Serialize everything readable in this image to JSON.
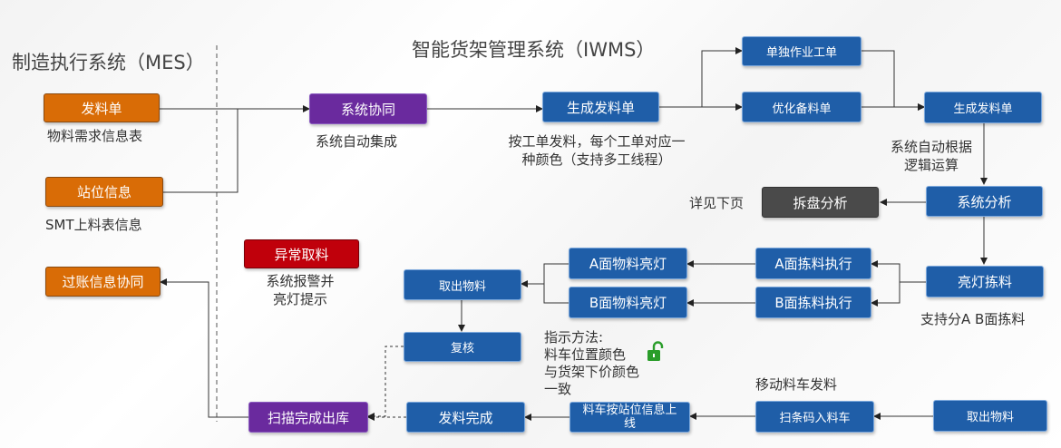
{
  "titles": {
    "mes": "制造执行系统（MES）",
    "iwms": "智能货架管理系统（IWMS）"
  },
  "boxes": {
    "issue_order": "发料单",
    "station_info": "站位信息",
    "posting": "过账信息协同",
    "sys_collab": "系统协同",
    "gen_issue_1": "生成发料单",
    "single_work_order": "单独作业工单",
    "optimize_prep": "优化备料单",
    "gen_issue_2": "生成发料单",
    "unpack_analysis": "拆盘分析",
    "sys_analysis": "系统分析",
    "exception_pick": "异常取料",
    "a_light": "A面物料亮灯",
    "a_pick_exec": "A面拣料执行",
    "b_light": "B面物料亮灯",
    "b_pick_exec": "B面拣料执行",
    "light_pick": "亮灯拣料",
    "take_out_1": "取出物料",
    "review": "复核",
    "scan_complete": "扫描完成出库",
    "issue_complete": "发料完成",
    "cart_online": "料车按站位信息上线",
    "scan_cart": "扫条码入料车",
    "take_out_2": "取出物料"
  },
  "notes": {
    "material_demand": "物料需求信息表",
    "smt_table": "SMT上料表信息",
    "auto_integrate": "系统自动集成",
    "per_order_l1": "按工单发料，每个工单对应一",
    "per_order_l2": "种颜色（支持多工线程）",
    "auto_calc_l1": "系统自动根据",
    "auto_calc_l2": "逻辑运算",
    "see_next": "详见下页",
    "alarm_l1": "系统报警并",
    "alarm_l2": "亮灯提示",
    "ab_support": "支持分A B面拣料",
    "indicate_l1": "指示方法:",
    "indicate_l2": "料车位置颜色",
    "indicate_l3": "与货架下价颜色",
    "indicate_l4": "一致",
    "mobile_cart": "移动料车发料"
  },
  "colors": {
    "blue": "#1f5ea8",
    "orange": "#d96c06",
    "purple": "#6a2a9e",
    "red": "#c0000b",
    "gray": "#4a4a4a",
    "lock_green": "#2a9d2a"
  },
  "icons": {
    "lock": "unlock-icon"
  }
}
